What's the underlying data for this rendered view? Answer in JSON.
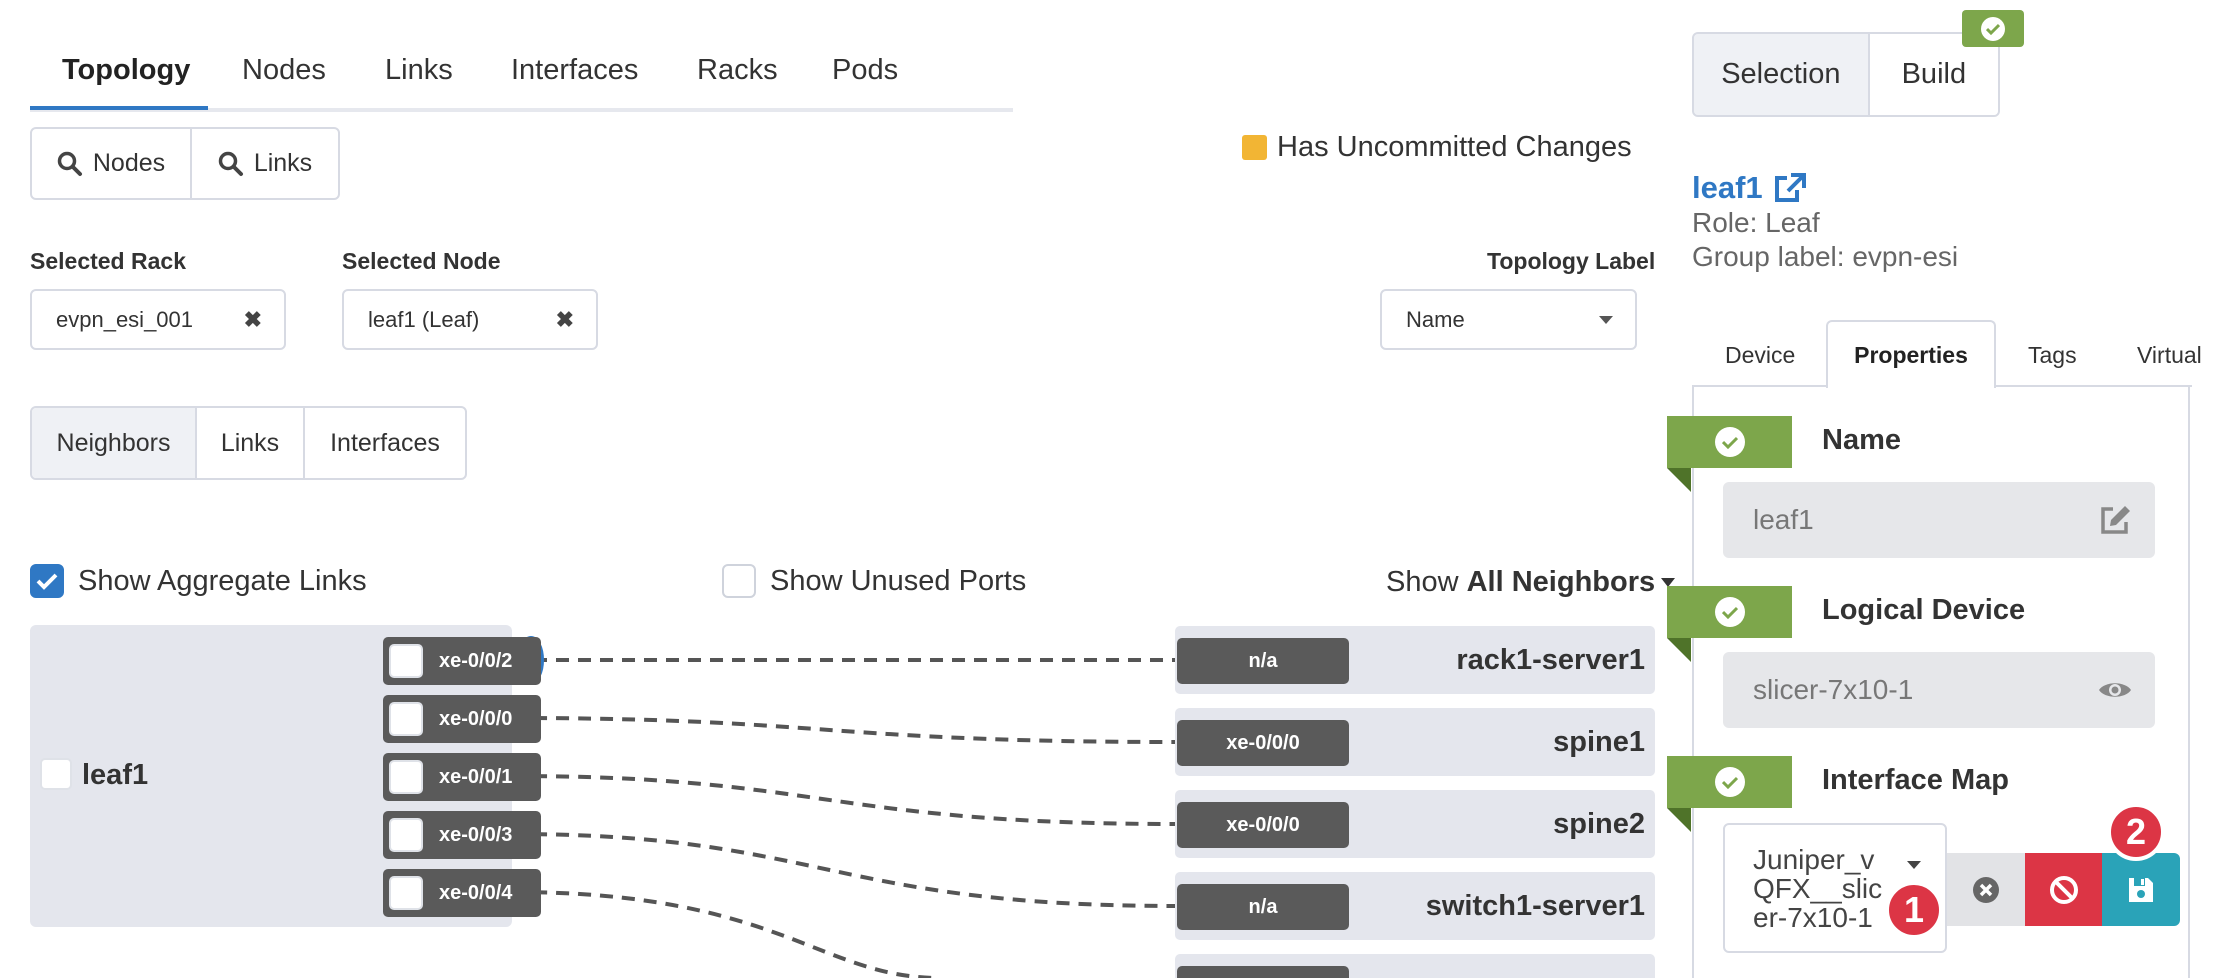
{
  "top_tabs": [
    "Topology",
    "Nodes",
    "Links",
    "Interfaces",
    "Racks",
    "Pods"
  ],
  "search_buttons": {
    "nodes": "Nodes",
    "links": "Links"
  },
  "uncommitted": {
    "label": "Has Uncommitted Changes",
    "color": "#f2b534"
  },
  "filters": {
    "rack_label": "Selected Rack",
    "rack_value": "evpn_esi_001",
    "node_label": "Selected Node",
    "node_value": "leaf1 (Leaf)",
    "topology_label": "Topology Label",
    "topology_value": "Name",
    "clear_glyph": "✖"
  },
  "view_tabs": [
    "Neighbors",
    "Links",
    "Interfaces"
  ],
  "options": {
    "show_aggregate_links": "Show Aggregate Links",
    "show_aggregate_checked": true,
    "show_unused_ports": "Show Unused Ports",
    "show_unused_checked": false,
    "show_prefix": "Show",
    "show_value": "All Neighbors"
  },
  "node": {
    "name": "leaf1",
    "ports": [
      "xe-0/0/2",
      "xe-0/0/0",
      "xe-0/0/1",
      "xe-0/0/3",
      "xe-0/0/4"
    ]
  },
  "neighbors": [
    {
      "port": "n/a",
      "name": "rack1-server1"
    },
    {
      "port": "xe-0/0/0",
      "name": "spine1"
    },
    {
      "port": "xe-0/0/0",
      "name": "spine2"
    },
    {
      "port": "n/a",
      "name": "switch1-server1"
    }
  ],
  "panel": {
    "mode_tabs": [
      "Selection",
      "Build"
    ],
    "node_link": "leaf1",
    "role": "Role: Leaf",
    "group": "Group label: evpn-esi",
    "detail_tabs": [
      "Device",
      "Properties",
      "Tags",
      "Virtual"
    ],
    "properties": {
      "name_title": "Name",
      "name_value": "leaf1",
      "logical_device_title": "Logical Device",
      "logical_device_value": "slicer-7x10-1",
      "interface_map_title": "Interface Map",
      "interface_map_lines": [
        "Juniper_v",
        "QFX__slic",
        "er-7x10-1"
      ]
    },
    "badges": [
      "1",
      "2"
    ]
  },
  "colors": {
    "accent_blue": "#2f78c4",
    "status_green": "#7da64b",
    "danger_red": "#dc3545",
    "teal": "#2aa3b8",
    "port_gray": "#5a5a5a"
  }
}
